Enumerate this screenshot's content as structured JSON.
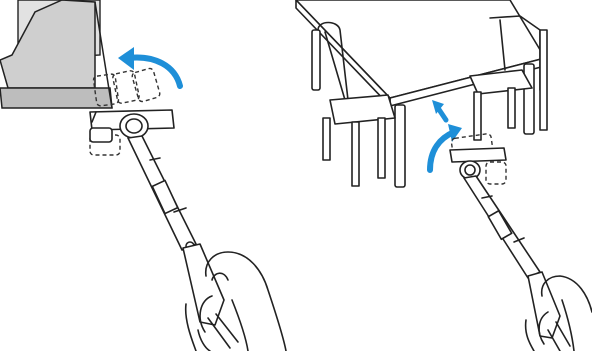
{
  "figure": {
    "panels": [
      {
        "id": "left",
        "scene": "vacuum-under-sofa",
        "arrow": "rotate-head-up"
      },
      {
        "id": "right",
        "scene": "vacuum-under-table",
        "arrow": "swivel-head-forward"
      }
    ],
    "colors": {
      "arrow": "#1e8fd8",
      "sofa": "#cfcfcf",
      "line": "#222222",
      "background": "#ffffff"
    },
    "icons": [
      "curved-arrow-icon",
      "dashed-motion-outline-icon"
    ]
  }
}
